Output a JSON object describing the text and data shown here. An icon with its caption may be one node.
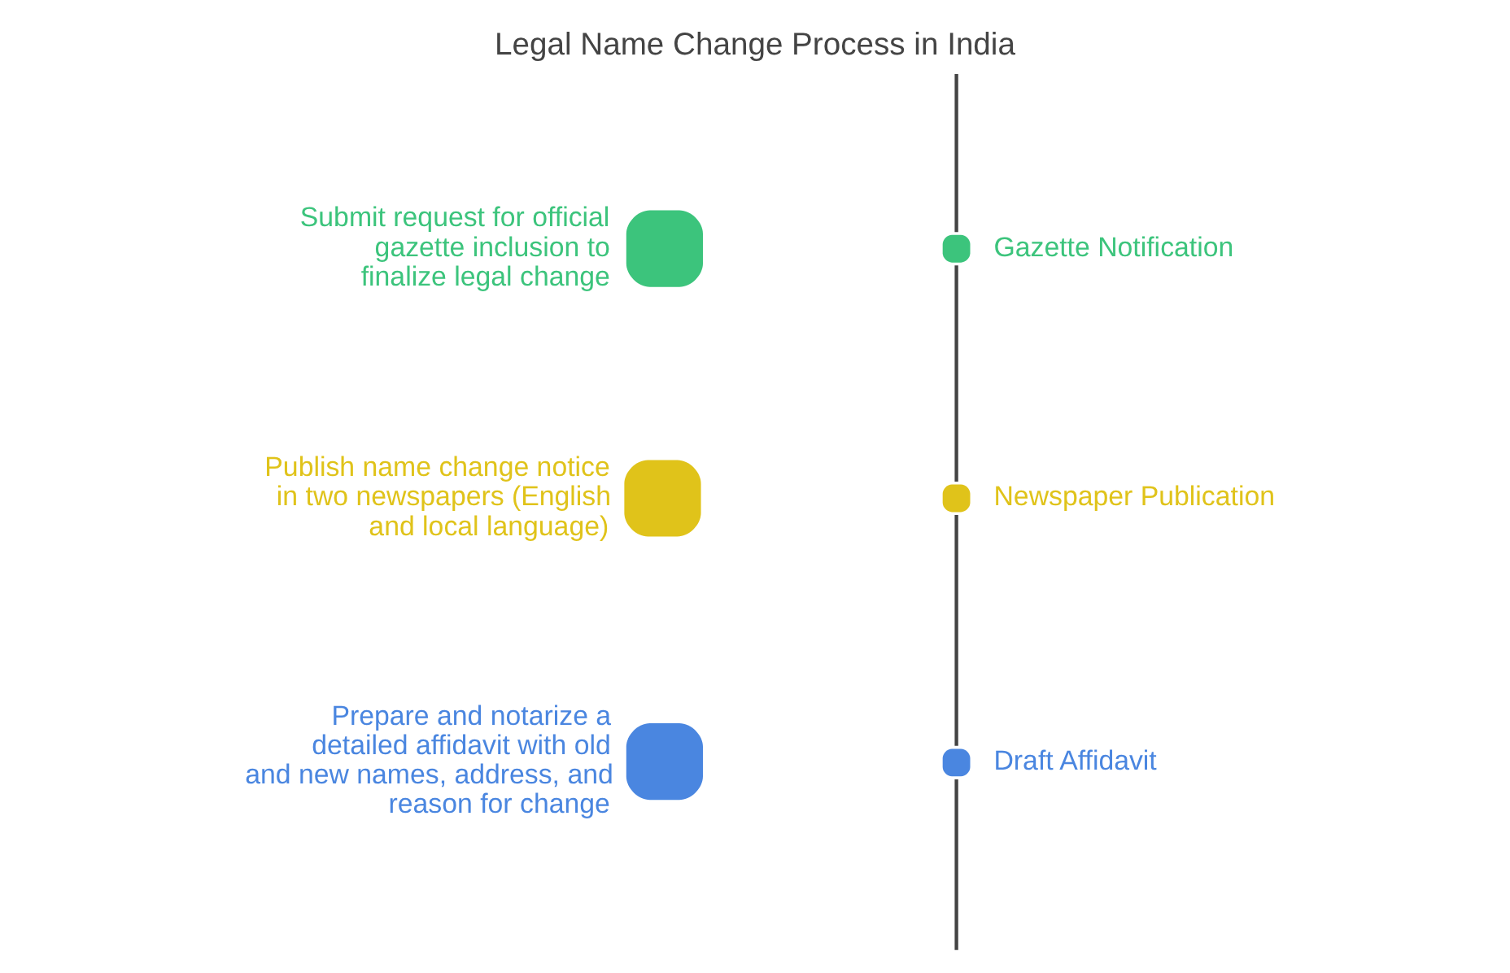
{
  "diagram": {
    "title": "Legal Name Change Process in India",
    "nodes": [
      {
        "text": [],
        "shape": "box",
        "beside": [
          "Submit request for official gazette inclusion to finalize legal change"
        ]
      },
      {
        "text": [],
        "shape": "box",
        "beside": [
          "Publish name change notice in two newspapers (English and local language)"
        ]
      },
      {
        "text": [],
        "shape": "box",
        "beside": [
          "Prepare and notarize a detailed affidavit with old and new names, address, and reason for change"
        ]
      },
      {
        "text": [],
        "shape": "circle",
        "beside": [
          "Draft Affidavit"
        ]
      },
      {
        "text": [],
        "shape": "circle",
        "beside": [
          "Newspaper Publication"
        ]
      },
      {
        "text": [],
        "shape": "circle",
        "beside": [
          "Gazette Notification"
        ]
      }
    ],
    "edges": [
      {
        "from": null,
        "to": 3,
        "arrow": "none"
      },
      {
        "from": 3,
        "to": 4,
        "arrow": "none"
      },
      {
        "from": 4,
        "to": 5,
        "arrow": "none"
      },
      {
        "from": 5,
        "to": null,
        "arrow": "none"
      }
    ]
  }
}
